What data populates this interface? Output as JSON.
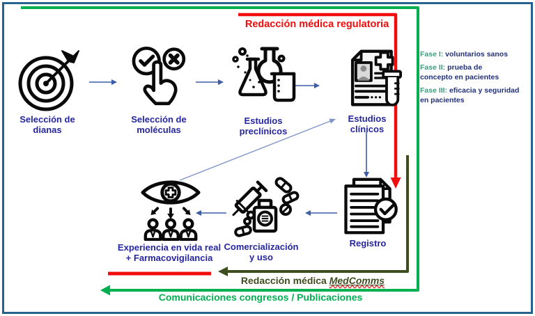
{
  "colors": {
    "border_blue": "#27618E",
    "green_loop": "#00B050",
    "red_loop": "#F20D0D",
    "olive_loop": "#3E4D1E",
    "stage_label_blue": "#26269E",
    "fase_prefix_teal": "#3E9B7D",
    "fase_text_navy": "#21307C",
    "flow_arrow_blue": "#3C5CA6"
  },
  "flow_labels": {
    "regulatoria": "Redacción médica regulatoria",
    "medcomms_prefix": "Redacción médica ",
    "medcomms_word": "MedComms",
    "congresos": "Comunicaciones congresos / Publicaciones"
  },
  "stages": [
    {
      "label": "Selección de\ndianas",
      "icon": "target-dart-icon"
    },
    {
      "label": "Selección de\nmoléculas",
      "icon": "hand-select-check-icon"
    },
    {
      "label": "Estudios\npreclínicos",
      "icon": "lab-flasks-icon"
    },
    {
      "label": "Estudios\nclínicos",
      "icon": "patient-record-icon"
    },
    {
      "label": "Experiencia en vida real\n+ Farmacovigilancia",
      "icon": "eye-surveillance-people-icon"
    },
    {
      "label": "Comercialización\ny uso",
      "icon": "syringe-pills-bottle-icon"
    },
    {
      "label": "Registro",
      "icon": "documents-approved-icon"
    }
  ],
  "fases": [
    {
      "prefix": "Fase I:",
      "text": " voluntarios sanos"
    },
    {
      "prefix": "Fase II:",
      "text": " prueba de\nconcepto en pacientes"
    },
    {
      "prefix": "Fase III:",
      "text": " eficacia y seguridad\nen pacientes"
    }
  ]
}
